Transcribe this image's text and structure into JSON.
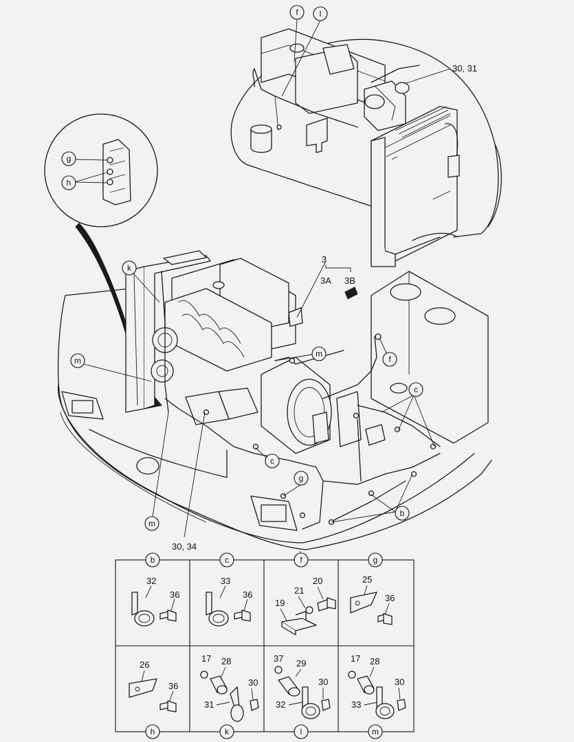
{
  "callouts": {
    "top": {
      "f": "f",
      "l": "l",
      "ref_30_31": "30, 31"
    },
    "detail": {
      "g": "g",
      "h": "h"
    },
    "main": {
      "k": "k",
      "m1": "m",
      "m2": "m",
      "m3": "m",
      "c1": "c",
      "c2": "c",
      "f": "f",
      "g": "g",
      "b": "b",
      "ref_3": "3",
      "ref_3a": "3A",
      "ref_3b": "3B",
      "ref_30_34": "30, 34"
    }
  },
  "grid": {
    "panels": [
      {
        "key": "b",
        "parts": [
          "32",
          "36"
        ]
      },
      {
        "key": "c",
        "parts": [
          "33",
          "36"
        ]
      },
      {
        "key": "f",
        "parts": [
          "19",
          "21",
          "20"
        ]
      },
      {
        "key": "g",
        "parts": [
          "25",
          "36"
        ]
      },
      {
        "key": "h",
        "parts": [
          "26",
          "36"
        ]
      },
      {
        "key": "k",
        "parts": [
          "17",
          "28",
          "30",
          "31"
        ]
      },
      {
        "key": "l",
        "parts": [
          "37",
          "29",
          "30",
          "32"
        ]
      },
      {
        "key": "m",
        "parts": [
          "17",
          "28",
          "30",
          "33"
        ]
      }
    ]
  }
}
